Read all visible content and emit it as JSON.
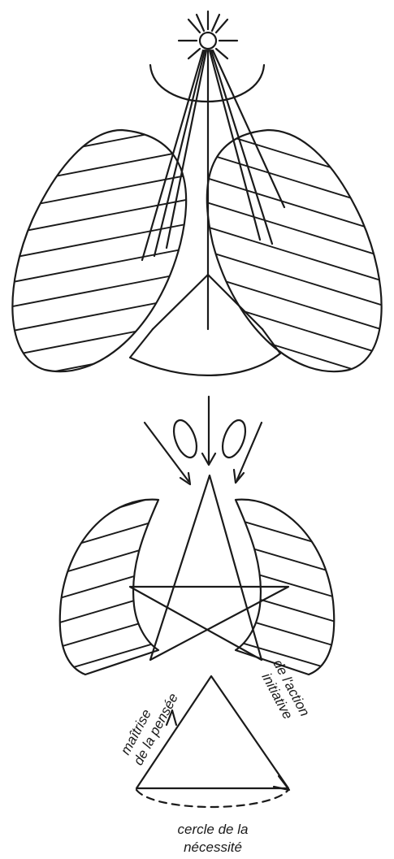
{
  "diagram": {
    "labels": {
      "left_side": [
        "maîtrise",
        "de la pensée"
      ],
      "right_side": [
        "initiative",
        "de l'action"
      ],
      "bottom": [
        "cercle de la",
        "nécessité"
      ]
    }
  }
}
